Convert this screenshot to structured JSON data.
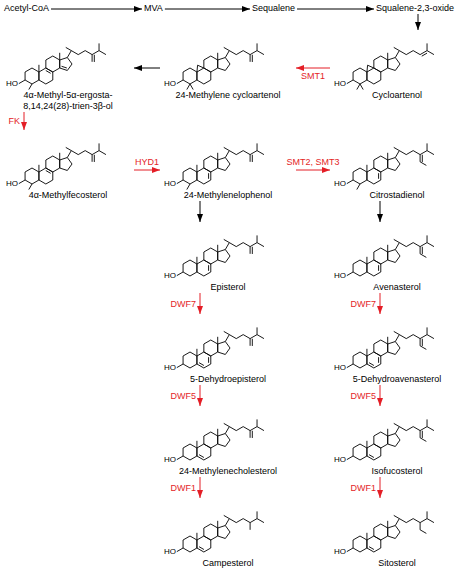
{
  "diagram": {
    "nodes": [
      {
        "text": [
          "Acetyl-CoA"
        ]
      },
      {
        "text": [
          "MVA"
        ]
      },
      {
        "text": [
          "Sequalene"
        ]
      },
      {
        "text": [
          "Squalene-2,3-oxide"
        ]
      },
      {
        "text": [
          "Cycloartenol"
        ]
      },
      {
        "text": [
          "24-Methylene cycloartenol"
        ]
      },
      {
        "text": [
          "4α-Methyl-5α-ergosta- 8,14,24(28)-trien-3β-ol"
        ]
      },
      {
        "text": [
          "4α-Methylfecosterol"
        ]
      },
      {
        "text": [
          "24-Methylenelophenol"
        ]
      },
      {
        "text": [
          "Citrostadienol"
        ]
      },
      {
        "text": [
          "Episterol"
        ]
      },
      {
        "text": [
          "Avenasterol"
        ]
      },
      {
        "text": [
          "5-Dehydroepisterol"
        ]
      },
      {
        "text": [
          "5-Dehydroavenasterol"
        ]
      },
      {
        "text": [
          "24-Methylenecholesterol"
        ]
      },
      {
        "text": [
          "Isofucosterol"
        ]
      },
      {
        "text": [
          "Campesterol"
        ]
      },
      {
        "text": [
          "Sitosterol"
        ]
      }
    ],
    "edges": [
      {
        "from": 0,
        "to": 1,
        "arrow": "to"
      },
      {
        "from": 1,
        "to": 2,
        "arrow": "to"
      },
      {
        "from": 2,
        "to": 3,
        "arrow": "to"
      },
      {
        "from": 3,
        "to": 4,
        "arrow": "to"
      },
      {
        "from": 4,
        "to": 5,
        "label": "SMT1",
        "arrow": "to"
      },
      {
        "from": 5,
        "to": 6,
        "arrow": "to"
      },
      {
        "from": 6,
        "to": 7,
        "label": "FK",
        "arrow": "to"
      },
      {
        "from": 7,
        "to": 8,
        "label": "HYD1",
        "arrow": "to"
      },
      {
        "from": 8,
        "to": 9,
        "label": "SMT2, SMT3",
        "arrow": "to"
      },
      {
        "from": 8,
        "to": 10,
        "arrow": "to"
      },
      {
        "from": 9,
        "to": 11,
        "arrow": "to"
      },
      {
        "from": 10,
        "to": 12,
        "label": "DWF7",
        "arrow": "to"
      },
      {
        "from": 11,
        "to": 13,
        "label": "DWF7",
        "arrow": "to"
      },
      {
        "from": 12,
        "to": 14,
        "label": "DWF5",
        "arrow": "to"
      },
      {
        "from": 13,
        "to": 15,
        "label": "DWF5",
        "arrow": "to"
      },
      {
        "from": 14,
        "to": 16,
        "label": "DWF1",
        "arrow": "to"
      },
      {
        "from": 15,
        "to": 17,
        "label": "DWF1",
        "arrow": "to"
      }
    ],
    "labels": [
      "HO",
      "HO",
      "HO",
      "HO",
      "HO",
      "HO",
      "HO",
      "HO",
      "HO",
      "HO",
      "HO",
      "HO",
      "HO",
      "HO"
    ]
  }
}
